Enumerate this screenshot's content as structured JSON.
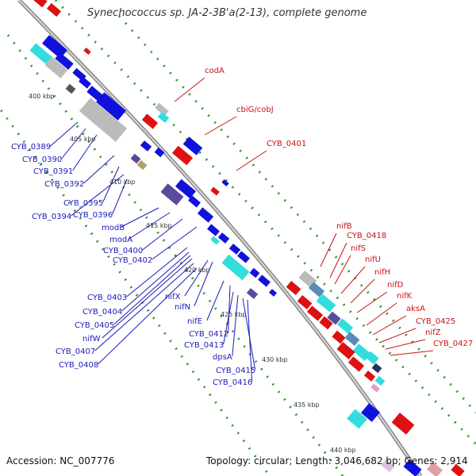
{
  "title": "Synechococcus sp. JA-2-3B'a(2-13), complete genome",
  "footer": {
    "accession": "Accession: NC_007776",
    "summary": "Topology: circular; Length: 3,046,682 bp; Genes: 2,914"
  },
  "colors": {
    "backbone": "#a8a8a8",
    "tick_green": "#2e9a2e",
    "forward_label": "#cc1111",
    "reverse_label": "#1a1ab8",
    "gene_blue": "#1111dd",
    "gene_red": "#dd1111",
    "gene_cyan": "#33dddd",
    "gene_gray": "#bbbbbb",
    "gene_purple": "#5a4a9a",
    "gene_steel": "#5a8aba"
  },
  "scale_labels": [
    "400 kbp",
    "405 kbp",
    "410 kbp",
    "415 kbp",
    "420 kbp",
    "425 kbp",
    "430 kbp",
    "435 kbp",
    "440 kbp"
  ],
  "forward_labels": [
    "codA",
    "cbiG/cobJ",
    "CYB_0401",
    "nifB",
    "CYB_0418",
    "nifS",
    "nifU",
    "nifH",
    "nifD",
    "nifK",
    "aksA",
    "CYB_0425",
    "nifZ",
    "CYB_0427"
  ],
  "reverse_labels": [
    "CYB_0389",
    "CYB_0390",
    "CYB_0391",
    "CYB_0392",
    "CYB_0395",
    "CYB_0394",
    "CYB_0396",
    "modB",
    "modA",
    "CYB_0400",
    "CYB_0402",
    "CYB_0403",
    "CYB_0404",
    "CYB_0405",
    "nifW",
    "CYB_0407",
    "CYB_0408",
    "nifX",
    "nifN",
    "nifE",
    "CYB_0412",
    "CYB_0413",
    "dpsA",
    "CYB_0415",
    "CYB_0416"
  ]
}
